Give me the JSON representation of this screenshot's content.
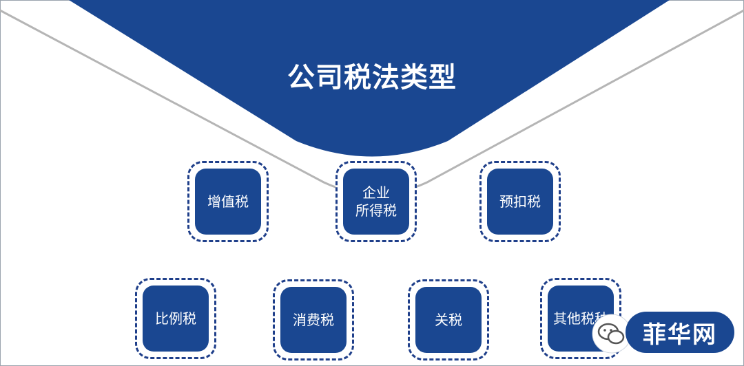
{
  "diagram": {
    "title": "公司税法类型",
    "nodes": [
      {
        "id": "vat",
        "label": "增值税"
      },
      {
        "id": "cit",
        "label": "企业\n所得税"
      },
      {
        "id": "withholding",
        "label": "预扣税"
      },
      {
        "id": "proportional",
        "label": "比例税"
      },
      {
        "id": "consumption",
        "label": "消费税"
      },
      {
        "id": "customs",
        "label": "关税"
      },
      {
        "id": "other",
        "label": "其他税种"
      }
    ]
  },
  "watermark": {
    "text": "菲华网",
    "icon": "wechat-icon"
  },
  "colors": {
    "primary": "#1a4791",
    "ring": "#1f3f8a",
    "curve": "#b5b5b5"
  }
}
